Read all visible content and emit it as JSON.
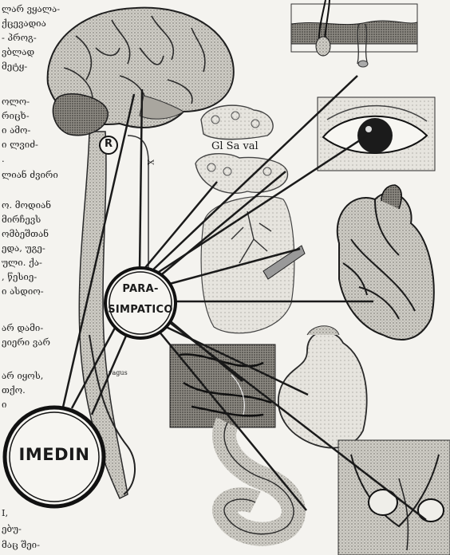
{
  "text_lines": [
    "ლარ ვყალა-",
    "ქცევადია",
    "- პროგ-",
    "ვბლად",
    "მეტყ-",
    "ოლო-",
    "რიცხ-",
    "ი ამო-",
    "ი ლვიძ-",
    ".",
    "ლიან ძვირი",
    "ო. მოდიან",
    "მირჩევს",
    "ომბეშთან",
    "ედა, უგე-",
    "ული. ქა-",
    ", წესიე-",
    "ი ასდიო-",
    "არ დამი-",
    "ეიერი ვარ",
    "არ იყოს,",
    "თქო.",
    "ი",
    "I,",
    "ებუ-",
    "მაც შეი-"
  ],
  "labels": {
    "parasimpatico_line1": "PARA-",
    "parasimpatico_line2": "SIMPATICO",
    "imedin": "IMEDIN",
    "glands": "Gl  Sa val",
    "circled_r": "R",
    "nerve_mark": "X",
    "nerve_mark_2": "vagus"
  }
}
